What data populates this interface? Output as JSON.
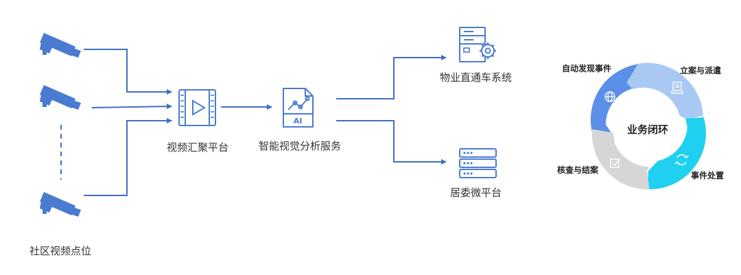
{
  "nodes": {
    "cameras_label": "社区视频点位",
    "aggregation_label": "视频汇聚平台",
    "ai_label": "智能视觉分析服务",
    "ai_icon_text": "AI",
    "property_label": "物业直通车系统",
    "committee_label": "居委微平台"
  },
  "loop": {
    "center_label": "业务闭环",
    "steps": [
      {
        "label": "自动发现事件",
        "color": "#5b8fe8"
      },
      {
        "label": "立案与派遣",
        "color": "#a9c9f3"
      },
      {
        "label": "事件处置",
        "color": "#1fd0f0"
      },
      {
        "label": "核查与结案",
        "color": "#d6d6d6"
      }
    ]
  },
  "colors": {
    "line": "#3e6fc4",
    "icon": "#4a7bd1"
  }
}
